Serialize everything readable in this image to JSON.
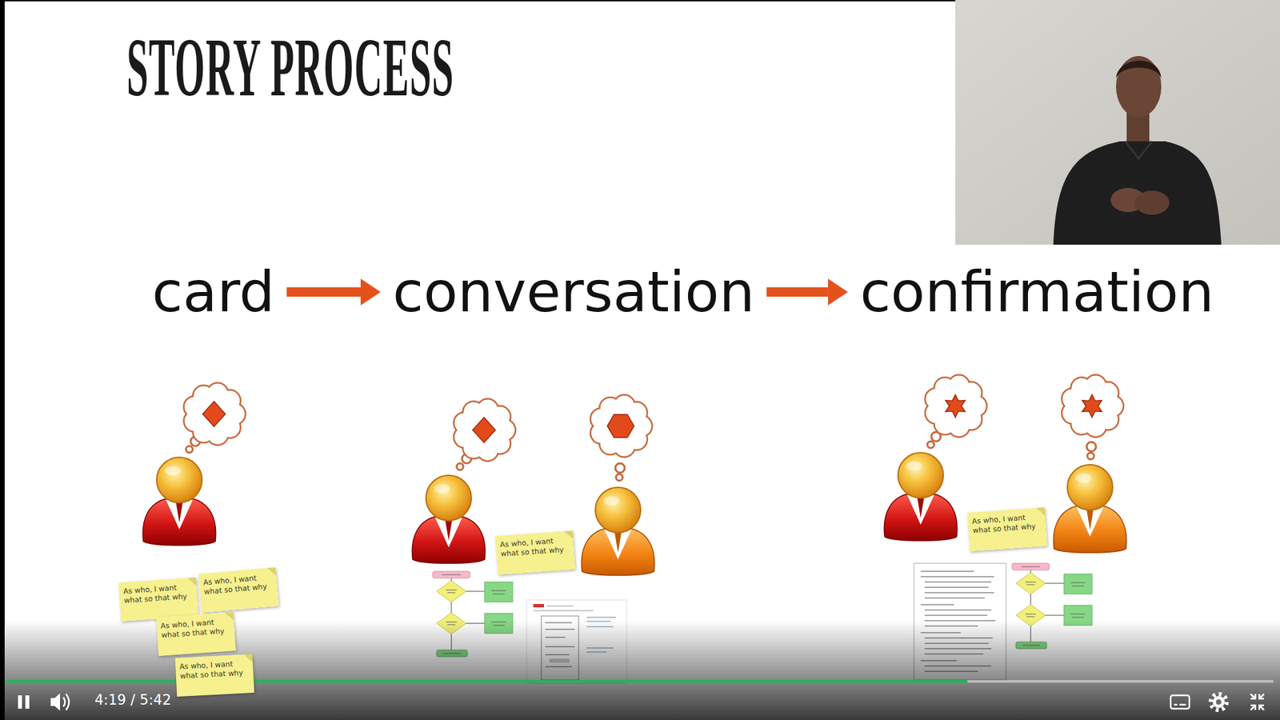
{
  "diagram": {
    "title": "STORY PROCESS",
    "nodes": [
      {
        "text": [
          "card"
        ]
      },
      {
        "text": [
          "conversation"
        ]
      },
      {
        "text": [
          "confirmation"
        ]
      },
      {
        "text": [
          "As who, I want what so that why"
        ]
      },
      {
        "text": [
          "As who, I want what so that why"
        ]
      },
      {
        "text": [
          "As who, I want what so that why"
        ]
      },
      {
        "text": [
          "As who, I want what so that why"
        ]
      },
      {
        "text": [
          "As who, I want what so that why"
        ]
      },
      {
        "text": [
          "As who, I want what so that why"
        ]
      }
    ],
    "edges": [
      {
        "from": 0,
        "to": 1,
        "arrow": "to"
      },
      {
        "from": 1,
        "to": 2,
        "arrow": "to"
      }
    ],
    "labels": [
      "4:19 / 5:42"
    ]
  }
}
